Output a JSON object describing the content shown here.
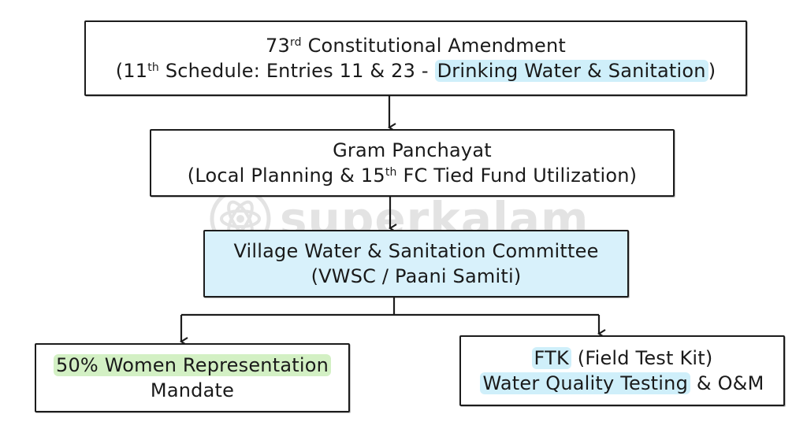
{
  "nodes": {
    "amendment": {
      "line1_pre": "73",
      "line1_sup": "rd",
      "line1_post": " Constitutional Amendment",
      "line2_pre": "(11",
      "line2_sup": "th",
      "line2_mid": " Schedule: Entries 11 & 23 - ",
      "line2_highlight": "Drinking Water & Sanitation",
      "line2_post": ")"
    },
    "gram_panchayat": {
      "line1": "Gram Panchayat",
      "line2_pre": "(Local Planning & 15",
      "line2_sup": "th",
      "line2_post": " FC Tied Fund Utilization)"
    },
    "vwsc": {
      "line1": "Village Water & Sanitation Committee",
      "line2": "(VWSC / Paani Samiti)"
    },
    "women": {
      "line1_highlight": "50% Women Representation",
      "line2": "Mandate"
    },
    "ftk": {
      "line1_highlight": "FTK",
      "line1_post": " (Field Test Kit)",
      "line2_highlight": "Water Quality Testing",
      "line2_post": " & O&M"
    }
  },
  "watermark": {
    "text": "superkalam"
  },
  "colors": {
    "stroke": "#1c1c1c",
    "highlight_blue": "#cfeffa",
    "highlight_green": "#d3f0c4",
    "vwsc_fill": "#d8f1fb"
  }
}
